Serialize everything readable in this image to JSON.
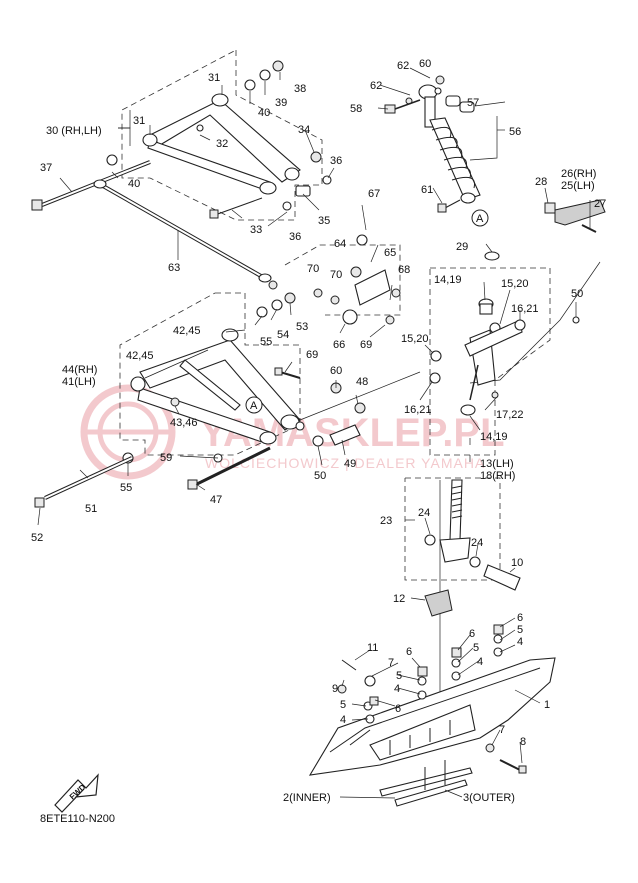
{
  "diagram": {
    "code": "8ETE110-N200",
    "fwd_label": "FWD",
    "ref_marker": "A",
    "watermark": {
      "main": "YAMASKLEP.PL",
      "sub": "WOLCIECHOWICZ | DEALER YAMAHA"
    },
    "labels": {
      "p1": "1",
      "p2": "2(INNER)",
      "p3": "3(OUTER)",
      "p4a": "4",
      "p4b": "4",
      "p4c": "4",
      "p4d": "4",
      "p5a": "5",
      "p5b": "5",
      "p5c": "5",
      "p5d": "5",
      "p6a": "6",
      "p6b": "6",
      "p6c": "6",
      "p6d": "6",
      "p7a": "7",
      "p7b": "7",
      "p8": "8",
      "p9": "9",
      "p10": "10",
      "p11": "11",
      "p12": "12",
      "p13": "13(LH)",
      "p18": "18(RH)",
      "p14_19a": "14,19",
      "p14_19b": "14,19",
      "p15_20a": "15,20",
      "p15_20b": "15,20",
      "p16_21a": "16,21",
      "p16_21b": "16,21",
      "p17_22": "17,22",
      "p23": "23",
      "p24a": "24",
      "p24b": "24",
      "p26": "26(RH)",
      "p25": "25(LH)",
      "p27": "27",
      "p28": "28",
      "p29": "29",
      "p30": "30 (RH,LH)",
      "p31a": "31",
      "p31b": "31",
      "p32": "32",
      "p33": "33",
      "p34": "34",
      "p35": "35",
      "p36a": "36",
      "p36b": "36",
      "p37": "37",
      "p38": "38",
      "p39": "39",
      "p40a": "40",
      "p40b": "40",
      "p44": "44(RH)",
      "p41": "41(LH)",
      "p42_45a": "42,45",
      "p42_45b": "42,45",
      "p43_46": "43,46",
      "p47": "47",
      "p48": "48",
      "p49": "49",
      "p50a": "50",
      "p50b": "50",
      "p51": "51",
      "p52": "52",
      "p53": "53",
      "p54": "54",
      "p55a": "55",
      "p55b": "55",
      "p56": "56",
      "p57": "57",
      "p58": "58",
      "p59": "59",
      "p60a": "60",
      "p60b": "60",
      "p61": "61",
      "p62": "62",
      "p63": "63",
      "p64": "64",
      "p65": "65",
      "p66": "66",
      "p67": "67",
      "p68": "68",
      "p69a": "69",
      "p69b": "69",
      "p70a": "70",
      "p70b": "70"
    }
  }
}
